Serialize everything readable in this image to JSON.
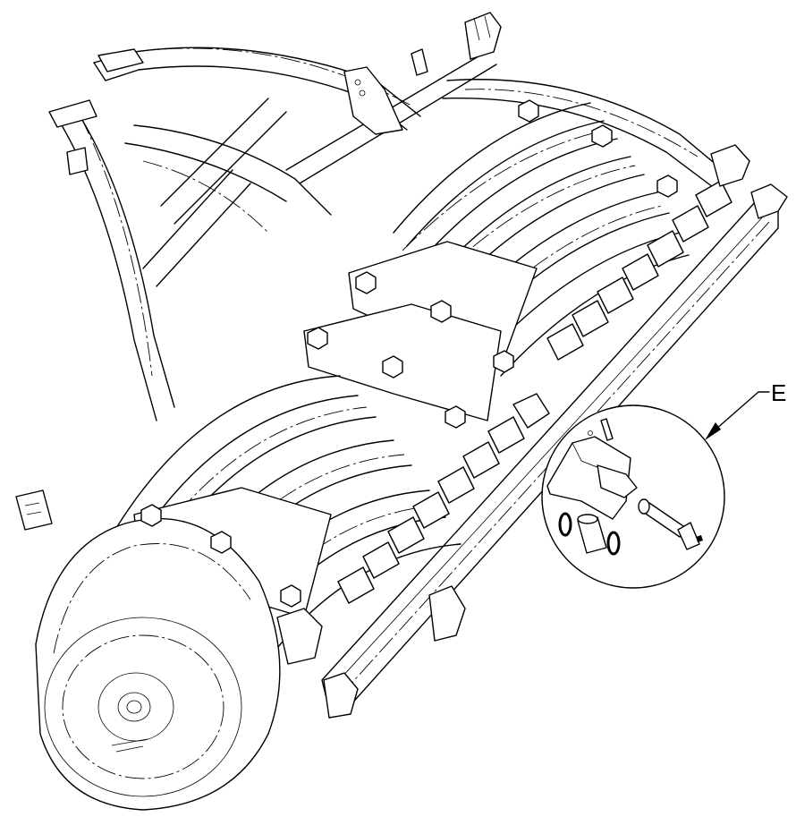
{
  "figure": {
    "callout": {
      "label": "E"
    }
  },
  "colors": {
    "line": "#000000",
    "background": "#ffffff"
  },
  "parts": [
    "frame",
    "roller-disc",
    "hexagon-bolt",
    "scraper",
    "pin",
    "bushing",
    "circlip",
    "bracket"
  ]
}
